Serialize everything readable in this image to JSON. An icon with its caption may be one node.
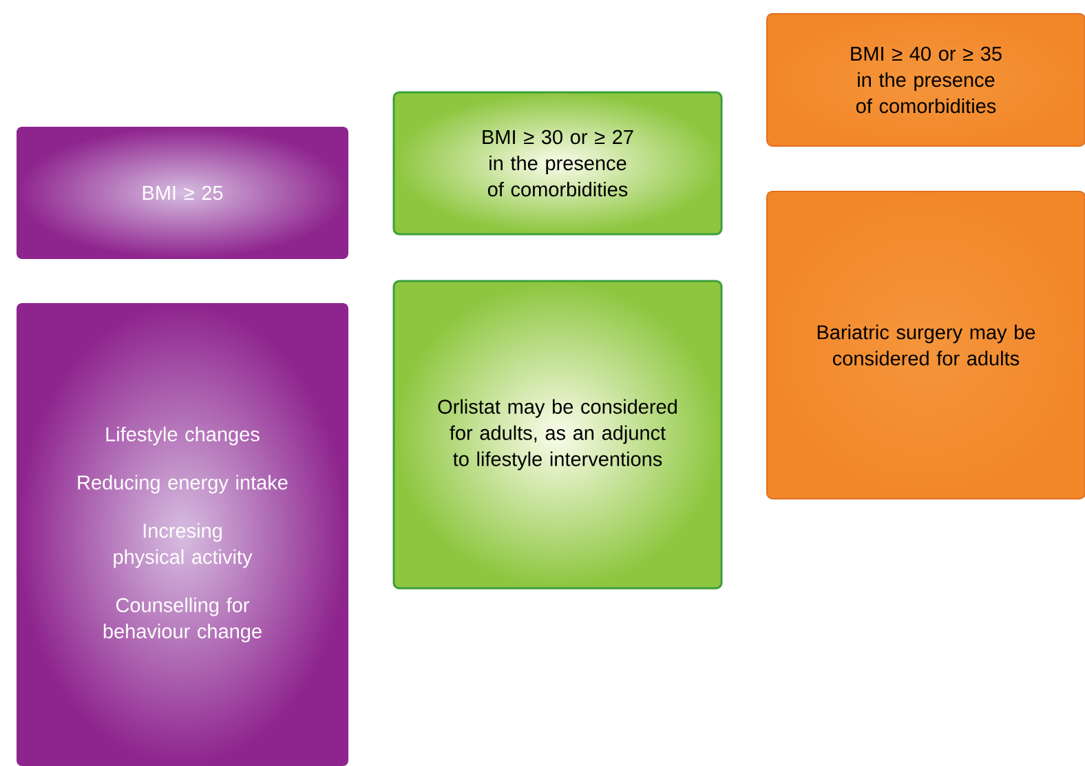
{
  "diagram": {
    "nodes": [
      {
        "text": [
          "BMI ≥ 25"
        ]
      },
      {
        "text": [
          "Lifestyle changes",
          "Reducing energy intake",
          "Incresing physical activity",
          "Counselling for behaviour change"
        ]
      },
      {
        "text": [
          "BMI ≥ 30 or ≥ 27 in the presence of comorbidities"
        ]
      },
      {
        "text": [
          "Orlistat may be considered for adults, as an adjunct to lifestyle interventions"
        ]
      },
      {
        "text": [
          "BMI ≥ 40 or ≥ 35 in the presence of comorbidities"
        ]
      },
      {
        "text": [
          "Bariatric surgery may be considered for adults"
        ]
      }
    ]
  }
}
